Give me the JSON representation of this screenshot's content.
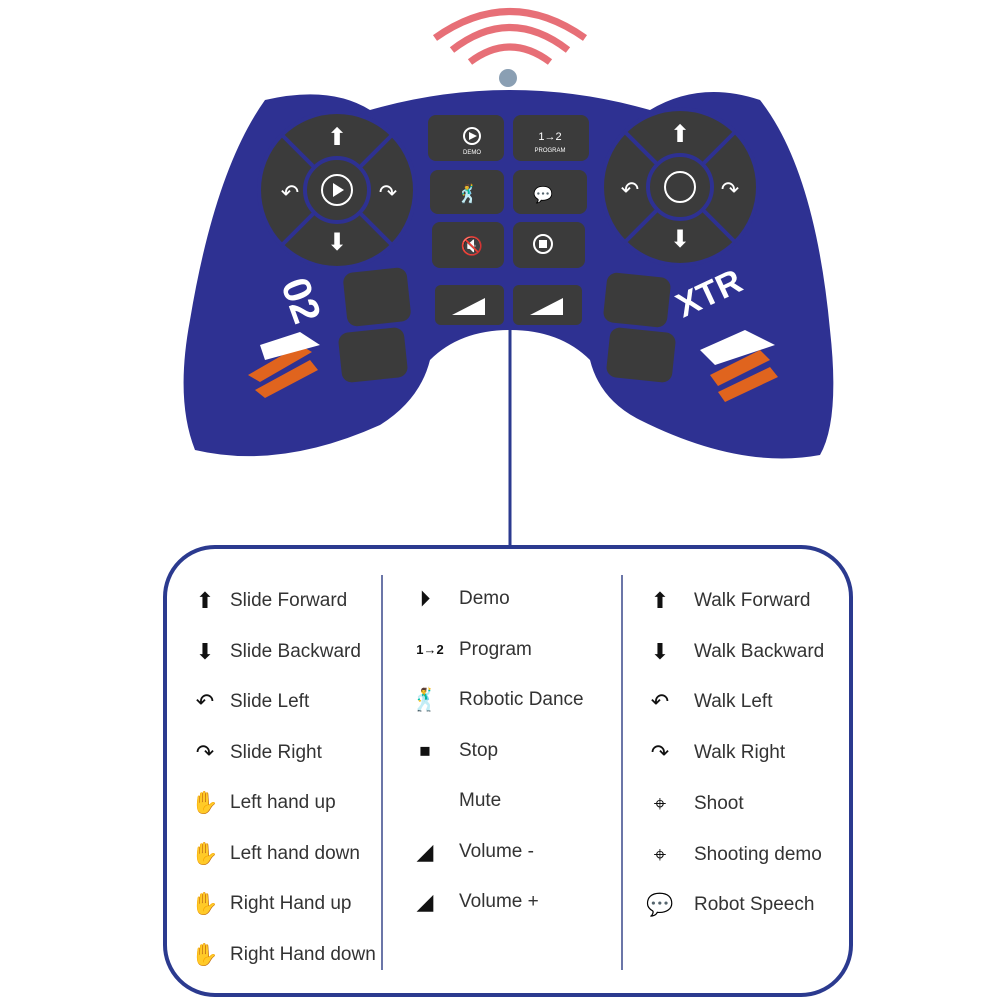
{
  "controller": {
    "logo_left": "02",
    "logo_right": "XTR",
    "buttons": {
      "demo": "DEMO",
      "program": "PROGRAM"
    },
    "colors": {
      "body": "#2e3192",
      "button": "#3b3b3b",
      "accent": "#e0641e",
      "signal": "#e0404a"
    }
  },
  "legend": {
    "col1": [
      {
        "icon": "arrow-up-icon",
        "label": "Slide Forward"
      },
      {
        "icon": "arrow-down-icon",
        "label": "Slide Backward"
      },
      {
        "icon": "curved-arrow-left-icon",
        "label": "Slide Left"
      },
      {
        "icon": "curved-arrow-right-icon",
        "label": "Slide Right"
      },
      {
        "icon": "left-hand-up-icon",
        "label": "Left hand up"
      },
      {
        "icon": "left-hand-down-icon",
        "label": "Left hand down"
      },
      {
        "icon": "right-hand-up-icon",
        "label": "Right Hand up"
      },
      {
        "icon": "right-hand-down-icon",
        "label": "Right Hand down"
      }
    ],
    "col2": [
      {
        "icon": "play-circle-icon",
        "label": "Demo"
      },
      {
        "icon": "program-icon",
        "label": "Program",
        "icon_text": "1→2"
      },
      {
        "icon": "dance-icon",
        "label": "Robotic Dance"
      },
      {
        "icon": "stop-circle-icon",
        "label": "Stop"
      },
      {
        "icon": "",
        "label": "Mute"
      },
      {
        "icon": "volume-down-icon",
        "label": "Volume -"
      },
      {
        "icon": "volume-up-icon",
        "label": "Volume +"
      }
    ],
    "col3": [
      {
        "icon": "walk-forward-icon",
        "label": "Walk Forward"
      },
      {
        "icon": "walk-backward-icon",
        "label": "Walk Backward"
      },
      {
        "icon": "walk-left-icon",
        "label": "Walk Left"
      },
      {
        "icon": "walk-right-icon",
        "label": "Walk Right"
      },
      {
        "icon": "crosshair-icon",
        "label": "Shoot"
      },
      {
        "icon": "crosshair-play-icon",
        "label": "Shooting demo"
      },
      {
        "icon": "speech-icon",
        "label": "Robot Speech"
      }
    ]
  }
}
